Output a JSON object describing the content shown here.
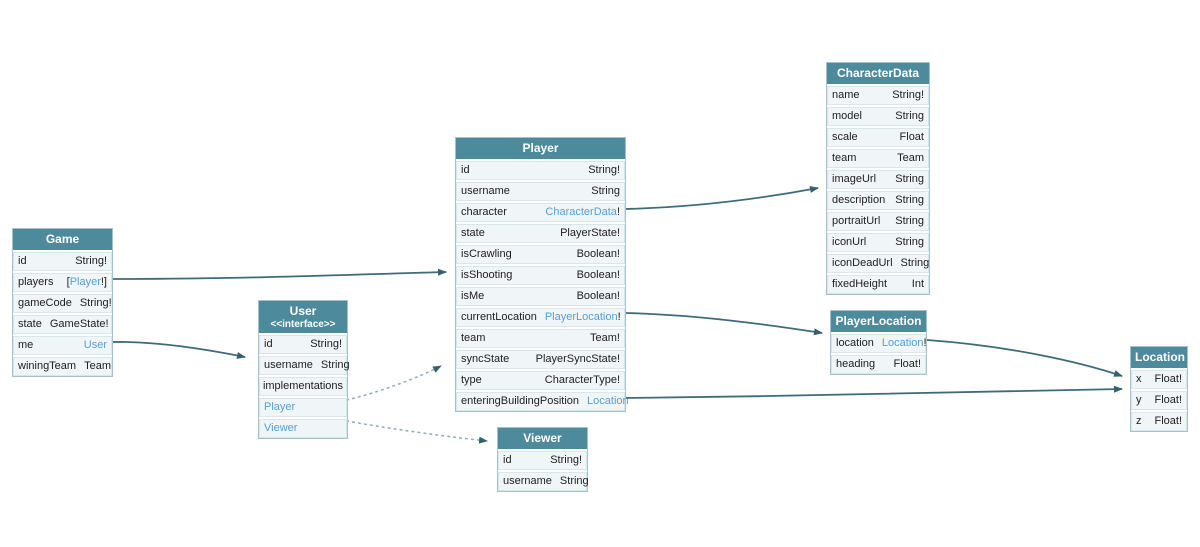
{
  "theme": {
    "header_bg": "#4d8a9c",
    "header_text": "#ffffff",
    "row_bg": "#f0f5f7",
    "node_border": "#a3c2cc",
    "field_text": "#1d1d1d",
    "type_link_color": "#549fd8",
    "edge_color": "#3e6b7a",
    "dotted_edge_color": "#93aeb9"
  },
  "tables": {
    "game": {
      "title": "Game",
      "fields": [
        {
          "name": "id",
          "type": "String!"
        },
        {
          "name": "players",
          "pre": "[",
          "link": "Player",
          "post": "!]"
        },
        {
          "name": "gameCode",
          "type": "String!"
        },
        {
          "name": "state",
          "type": "GameState!"
        },
        {
          "name": "me",
          "link": "User"
        },
        {
          "name": "winingTeam",
          "type": "Team"
        }
      ]
    },
    "user": {
      "title": "User",
      "subtitle": "<<interface>>",
      "fields": [
        {
          "name": "id",
          "type": "String!"
        },
        {
          "name": "username",
          "type": "String"
        }
      ],
      "section_label": "implementations",
      "implementations": [
        {
          "link": "Player"
        },
        {
          "link": "Viewer"
        }
      ]
    },
    "player": {
      "title": "Player",
      "fields": [
        {
          "name": "id",
          "type": "String!"
        },
        {
          "name": "username",
          "type": "String"
        },
        {
          "name": "character",
          "link": "CharacterData",
          "post": "!"
        },
        {
          "name": "state",
          "type": "PlayerState!"
        },
        {
          "name": "isCrawling",
          "type": "Boolean!"
        },
        {
          "name": "isShooting",
          "type": "Boolean!"
        },
        {
          "name": "isMe",
          "type": "Boolean!"
        },
        {
          "name": "currentLocation",
          "link": "PlayerLocation",
          "post": "!"
        },
        {
          "name": "team",
          "type": "Team!"
        },
        {
          "name": "syncState",
          "type": "PlayerSyncState!"
        },
        {
          "name": "type",
          "type": "CharacterType!"
        },
        {
          "name": "enteringBuildingPosition",
          "link": "Location"
        }
      ]
    },
    "viewer": {
      "title": "Viewer",
      "fields": [
        {
          "name": "id",
          "type": "String!"
        },
        {
          "name": "username",
          "type": "String"
        }
      ]
    },
    "characterData": {
      "title": "CharacterData",
      "fields": [
        {
          "name": "name",
          "type": "String!"
        },
        {
          "name": "model",
          "type": "String"
        },
        {
          "name": "scale",
          "type": "Float"
        },
        {
          "name": "team",
          "type": "Team"
        },
        {
          "name": "imageUrl",
          "type": "String"
        },
        {
          "name": "description",
          "type": "String"
        },
        {
          "name": "portraitUrl",
          "type": "String"
        },
        {
          "name": "iconUrl",
          "type": "String"
        },
        {
          "name": "iconDeadUrl",
          "type": "String"
        },
        {
          "name": "fixedHeight",
          "type": "Int"
        }
      ]
    },
    "playerLocation": {
      "title": "PlayerLocation",
      "fields": [
        {
          "name": "location",
          "link": "Location",
          "post": "!"
        },
        {
          "name": "heading",
          "type": "Float!"
        }
      ]
    },
    "location": {
      "title": "Location",
      "fields": [
        {
          "name": "x",
          "type": "Float!"
        },
        {
          "name": "y",
          "type": "Float!"
        },
        {
          "name": "z",
          "type": "Float!"
        }
      ]
    }
  },
  "edges": [
    {
      "from": "Game.players",
      "to": "Player",
      "style": "solid"
    },
    {
      "from": "Game.me",
      "to": "User",
      "style": "solid"
    },
    {
      "from": "User.Player",
      "to": "Player",
      "style": "dotted"
    },
    {
      "from": "User.Viewer",
      "to": "Viewer",
      "style": "dotted"
    },
    {
      "from": "Player.character",
      "to": "CharacterData",
      "style": "solid"
    },
    {
      "from": "Player.currentLocation",
      "to": "PlayerLocation",
      "style": "solid"
    },
    {
      "from": "Player.enteringBuildingPosition",
      "to": "Location",
      "style": "solid"
    },
    {
      "from": "PlayerLocation.location",
      "to": "Location",
      "style": "solid"
    }
  ]
}
